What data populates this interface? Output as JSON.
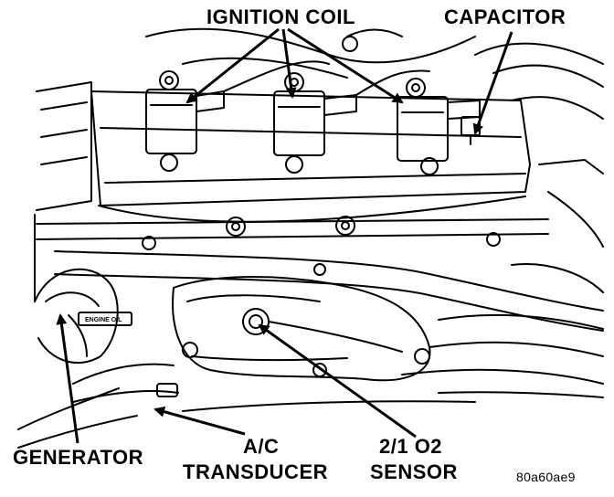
{
  "labels": {
    "ignition_coil": "IGNITION COIL",
    "capacitor": "CAPACITOR",
    "generator": "GENERATOR",
    "ac_line1": "A/C",
    "ac_line2": "TRANSDUCER",
    "o2_line1": "2/1 O2",
    "o2_line2": "SENSOR",
    "figure_code": "80a60ae9",
    "tag_text": "ENGINE OIL"
  }
}
